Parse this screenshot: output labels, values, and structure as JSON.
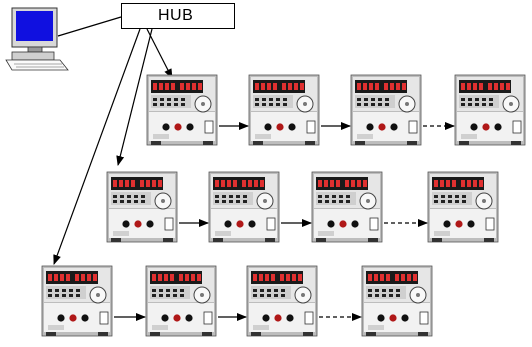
{
  "hub": {
    "label": "HUB"
  },
  "icons": {
    "computer": "computer-icon",
    "power_supply": "power-supply-icon",
    "arrow_solid": "solid-arrow",
    "arrow_dashed": "dashed-arrow"
  },
  "colors": {
    "screen": "#1010e0",
    "device_face": "#e6e6e6",
    "display_panel": "#1a1a1a",
    "display_digits": "#e03030",
    "line": "#000000"
  },
  "rows": [
    {
      "devices": 4,
      "links": [
        "solid",
        "solid",
        "dashed"
      ]
    },
    {
      "devices": 4,
      "links": [
        "solid",
        "solid",
        "dashed"
      ]
    },
    {
      "devices": 4,
      "links": [
        "solid",
        "solid",
        "dashed"
      ]
    }
  ]
}
